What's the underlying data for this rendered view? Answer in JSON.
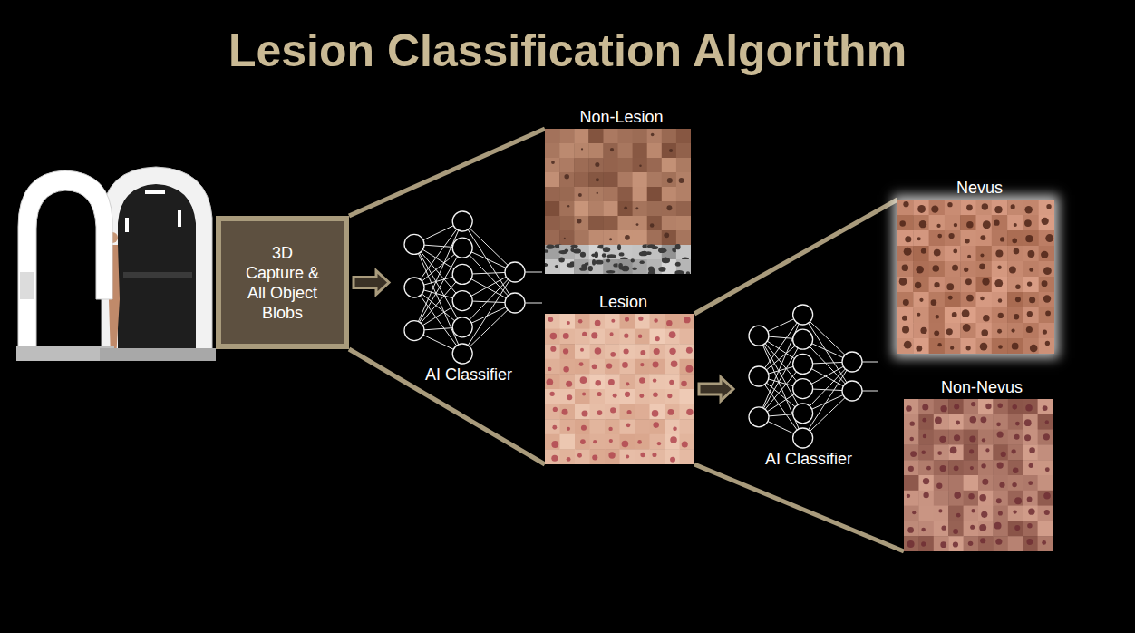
{
  "diagram": {
    "title": "Lesion Classification Algorithm",
    "nodes": [
      {
        "text": [
          "3D Capture & All Object Blobs"
        ]
      },
      {
        "text": [
          "AI Classifier"
        ]
      },
      {
        "text": [
          "Non-Lesion"
        ]
      },
      {
        "text": [
          "Lesion"
        ]
      },
      {
        "text": [
          "AI Classifier"
        ]
      },
      {
        "text": [
          "Nevus"
        ]
      },
      {
        "text": [
          "Non-Nevus"
        ]
      }
    ],
    "edges": [
      {
        "from": 0,
        "to": 1,
        "arrow": "to"
      },
      {
        "from": 0,
        "to": 2,
        "arrow": "none"
      },
      {
        "from": 0,
        "to": 3,
        "arrow": "none"
      },
      {
        "from": 3,
        "to": 4,
        "arrow": "to"
      },
      {
        "from": 3,
        "to": 5,
        "arrow": "none"
      },
      {
        "from": 3,
        "to": 6,
        "arrow": "none"
      }
    ]
  }
}
